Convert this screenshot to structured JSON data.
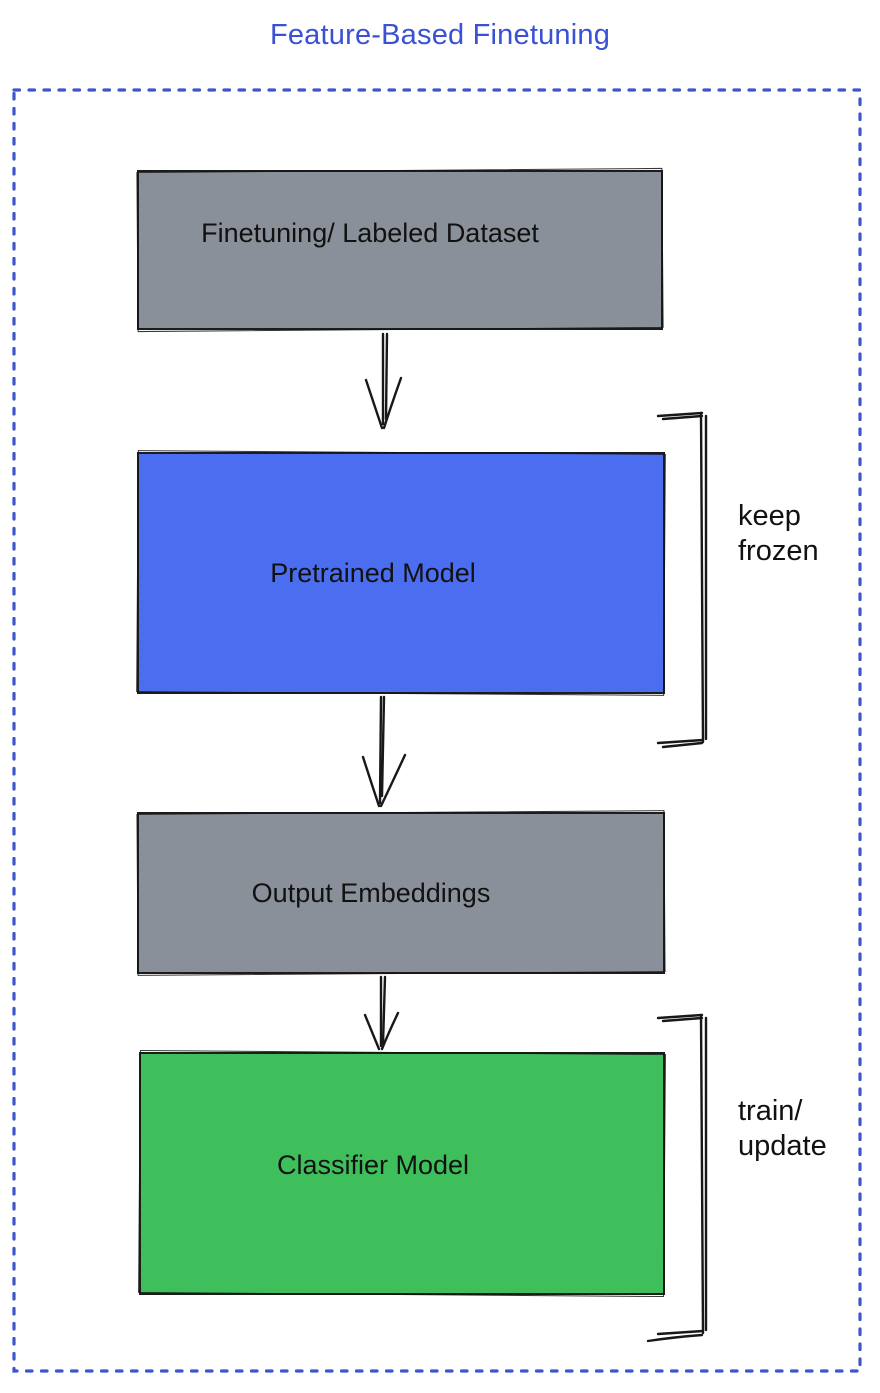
{
  "title": "Feature-Based Finetuning",
  "diagram_type": "flowchart",
  "colors": {
    "title": "#3a50d5",
    "frame_border": "#3d56cb",
    "gray_fill": "#8a9099",
    "blue_fill": "#4b6ef0",
    "green_fill": "#3fbf5c",
    "text": "#111111"
  },
  "nodes": [
    {
      "id": "finetuning-dataset",
      "label": "Finetuning/ Labeled Dataset",
      "fill": "#8a9099"
    },
    {
      "id": "pretrained-model",
      "label": "Pretrained Model",
      "fill": "#4b6ef0"
    },
    {
      "id": "output-embeddings",
      "label": "Output Embeddings",
      "fill": "#8a9099"
    },
    {
      "id": "classifier-model",
      "label": "Classifier Model",
      "fill": "#3fbf5c"
    }
  ],
  "flow": [
    "Finetuning/ Labeled Dataset -> Pretrained Model",
    "Pretrained Model -> Output Embeddings",
    "Output Embeddings -> Classifier Model"
  ],
  "annotations": [
    {
      "label": "keep frozen",
      "applies_to": "Pretrained Model"
    },
    {
      "label": "train/ update",
      "applies_to": "Classifier Model"
    }
  ]
}
